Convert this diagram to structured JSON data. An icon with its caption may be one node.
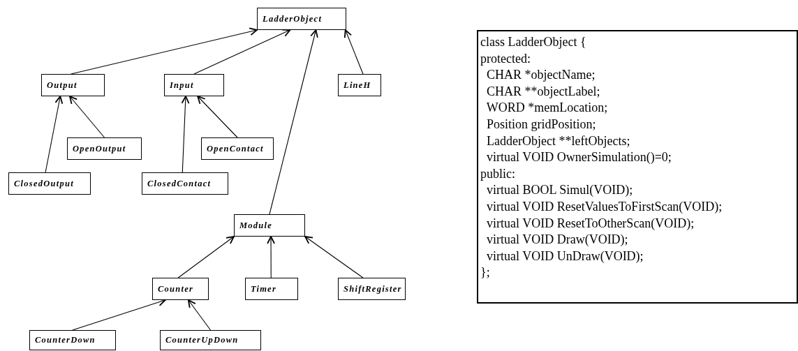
{
  "diagram": {
    "nodes": [
      {
        "text": [
          "LadderObject"
        ]
      },
      {
        "text": [
          "Output"
        ]
      },
      {
        "text": [
          "Input"
        ]
      },
      {
        "text": [
          "LineH"
        ]
      },
      {
        "text": [
          "OpenOutput"
        ]
      },
      {
        "text": [
          "OpenContact"
        ]
      },
      {
        "text": [
          "ClosedOutput"
        ]
      },
      {
        "text": [
          "ClosedContact"
        ]
      },
      {
        "text": [
          "Module"
        ]
      },
      {
        "text": [
          "Counter"
        ]
      },
      {
        "text": [
          "Timer"
        ]
      },
      {
        "text": [
          "ShiftRegister"
        ]
      },
      {
        "text": [
          "CounterDown"
        ]
      },
      {
        "text": [
          "CounterUpDown"
        ]
      },
      {
        "text": [
          "class LadderObject {",
          "protected:",
          "  CHAR *objectName;",
          "  CHAR **objectLabel;",
          "  WORD *memLocation;",
          "  Position gridPosition;",
          "  LadderObject **leftObjects;",
          "  virtual VOID OwnerSimulation()=0;",
          "public:",
          "  virtual BOOL Simul(VOID);",
          "  virtual VOID ResetValuesToFirstScan(VOID);",
          "  virtual VOID ResetToOtherScan(VOID);",
          "  virtual VOID Draw(VOID);",
          "  virtual VOID UnDraw(VOID);",
          "};"
        ]
      }
    ],
    "edges": [
      {
        "from": 1,
        "to": 0,
        "arrow": "to"
      },
      {
        "from": 2,
        "to": 0,
        "arrow": "to"
      },
      {
        "from": 8,
        "to": 0,
        "arrow": "to"
      },
      {
        "from": 3,
        "to": 0,
        "arrow": "to"
      },
      {
        "from": 4,
        "to": 1,
        "arrow": "to"
      },
      {
        "from": 6,
        "to": 1,
        "arrow": "to"
      },
      {
        "from": 7,
        "to": 2,
        "arrow": "to"
      },
      {
        "from": 5,
        "to": 2,
        "arrow": "to"
      },
      {
        "from": 9,
        "to": 8,
        "arrow": "to"
      },
      {
        "from": 10,
        "to": 8,
        "arrow": "to"
      },
      {
        "from": 11,
        "to": 8,
        "arrow": "to"
      },
      {
        "from": 12,
        "to": 9,
        "arrow": "to"
      },
      {
        "from": 13,
        "to": 9,
        "arrow": "to"
      }
    ]
  }
}
